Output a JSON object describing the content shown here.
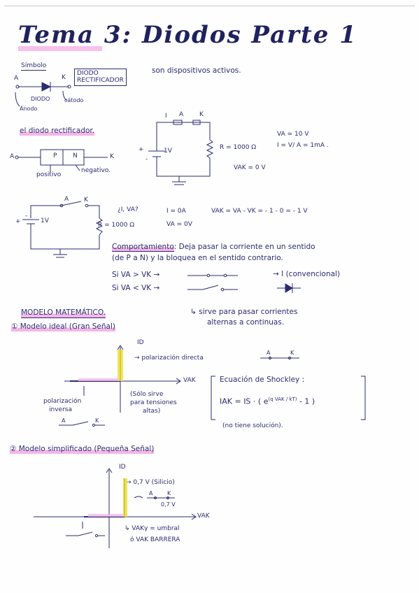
{
  "title": "Tema 3: Diodos Parte 1",
  "simbolo": {
    "heading": "Símbolo",
    "a_letter": "A",
    "k_letter": "K",
    "box_line1": "DIODO",
    "box_line2": "RECTIFICADOR",
    "desc": "son dispositivos activos.",
    "diodo_label": "DIODO",
    "anodo": "Ánodo",
    "catodo": "cátodo"
  },
  "rectificador": {
    "heading": "el diodo rectificador.",
    "a_letter": "A",
    "k_letter": "K",
    "p": "P",
    "n": "N",
    "positivo": "positivo",
    "negativo": "negativo.",
    "c1_i": "I",
    "c1_a": "A",
    "c1_k": "K",
    "c1_plus": "+",
    "c1_minus": "-",
    "c1_v": "1V",
    "c1_r": "R = 1000 Ω",
    "c1_vak": "VAK = 0 V",
    "va": "VA = 10 V",
    "ieq": "I = V/ A = 1mA ."
  },
  "circuit2": {
    "a": "A",
    "k": "K",
    "plus": "+",
    "minus": "-",
    "v": "1V",
    "r": "R = 1000 Ω",
    "q1": "¿I, VA?",
    "i": "I = 0A",
    "va": "VA = 0V",
    "vak": "VAK = VA - VK = - 1 - 0 = - 1 V"
  },
  "comportamiento": {
    "heading": "Comportamiento",
    "line1": ": Deja pasar la corriente en un sentido",
    "line2": "(de P a N) y la bloquea en el sentido contrario.",
    "si1": "Si  VA > VK  →",
    "si2": "Si  VA < VK  →",
    "conv": "→ I (convencional)"
  },
  "modelo": {
    "heading": "MODELO MATEMÁTICO.",
    "sirve1": "↳ sirve para pasar corrientes",
    "sirve2": "alternas a continuas.",
    "m1": "① Modelo ideal (Gran Señal)",
    "id1": "ID",
    "pol_directa": "→ polarización directa",
    "vak1": "VAK",
    "pol_inv1": "polarización",
    "pol_inv2": "inversa",
    "sisc1": "(Sólo sirve",
    "sisc2": "para tensiones",
    "sisc3": "altas)",
    "shockley_title": "Ecuación de Shockley :",
    "shockley_lhs": "IAK  =  IS · ( e",
    "shockley_exp": "(q VAK / kT)",
    "shockley_rhs": " - 1 )",
    "no_sol": "(no tiene solución).",
    "a": "A",
    "k": "K",
    "m2": "② Modelo simplificado (Pequeña Señal)",
    "id2": "ID",
    "v07": "→ 0,7 V (Silicio)",
    "v07b": "0,7 V",
    "vak2": "VAK",
    "umbral1": "↳ VAKγ = umbral",
    "umbral2": "ó VAK BARRERA"
  }
}
